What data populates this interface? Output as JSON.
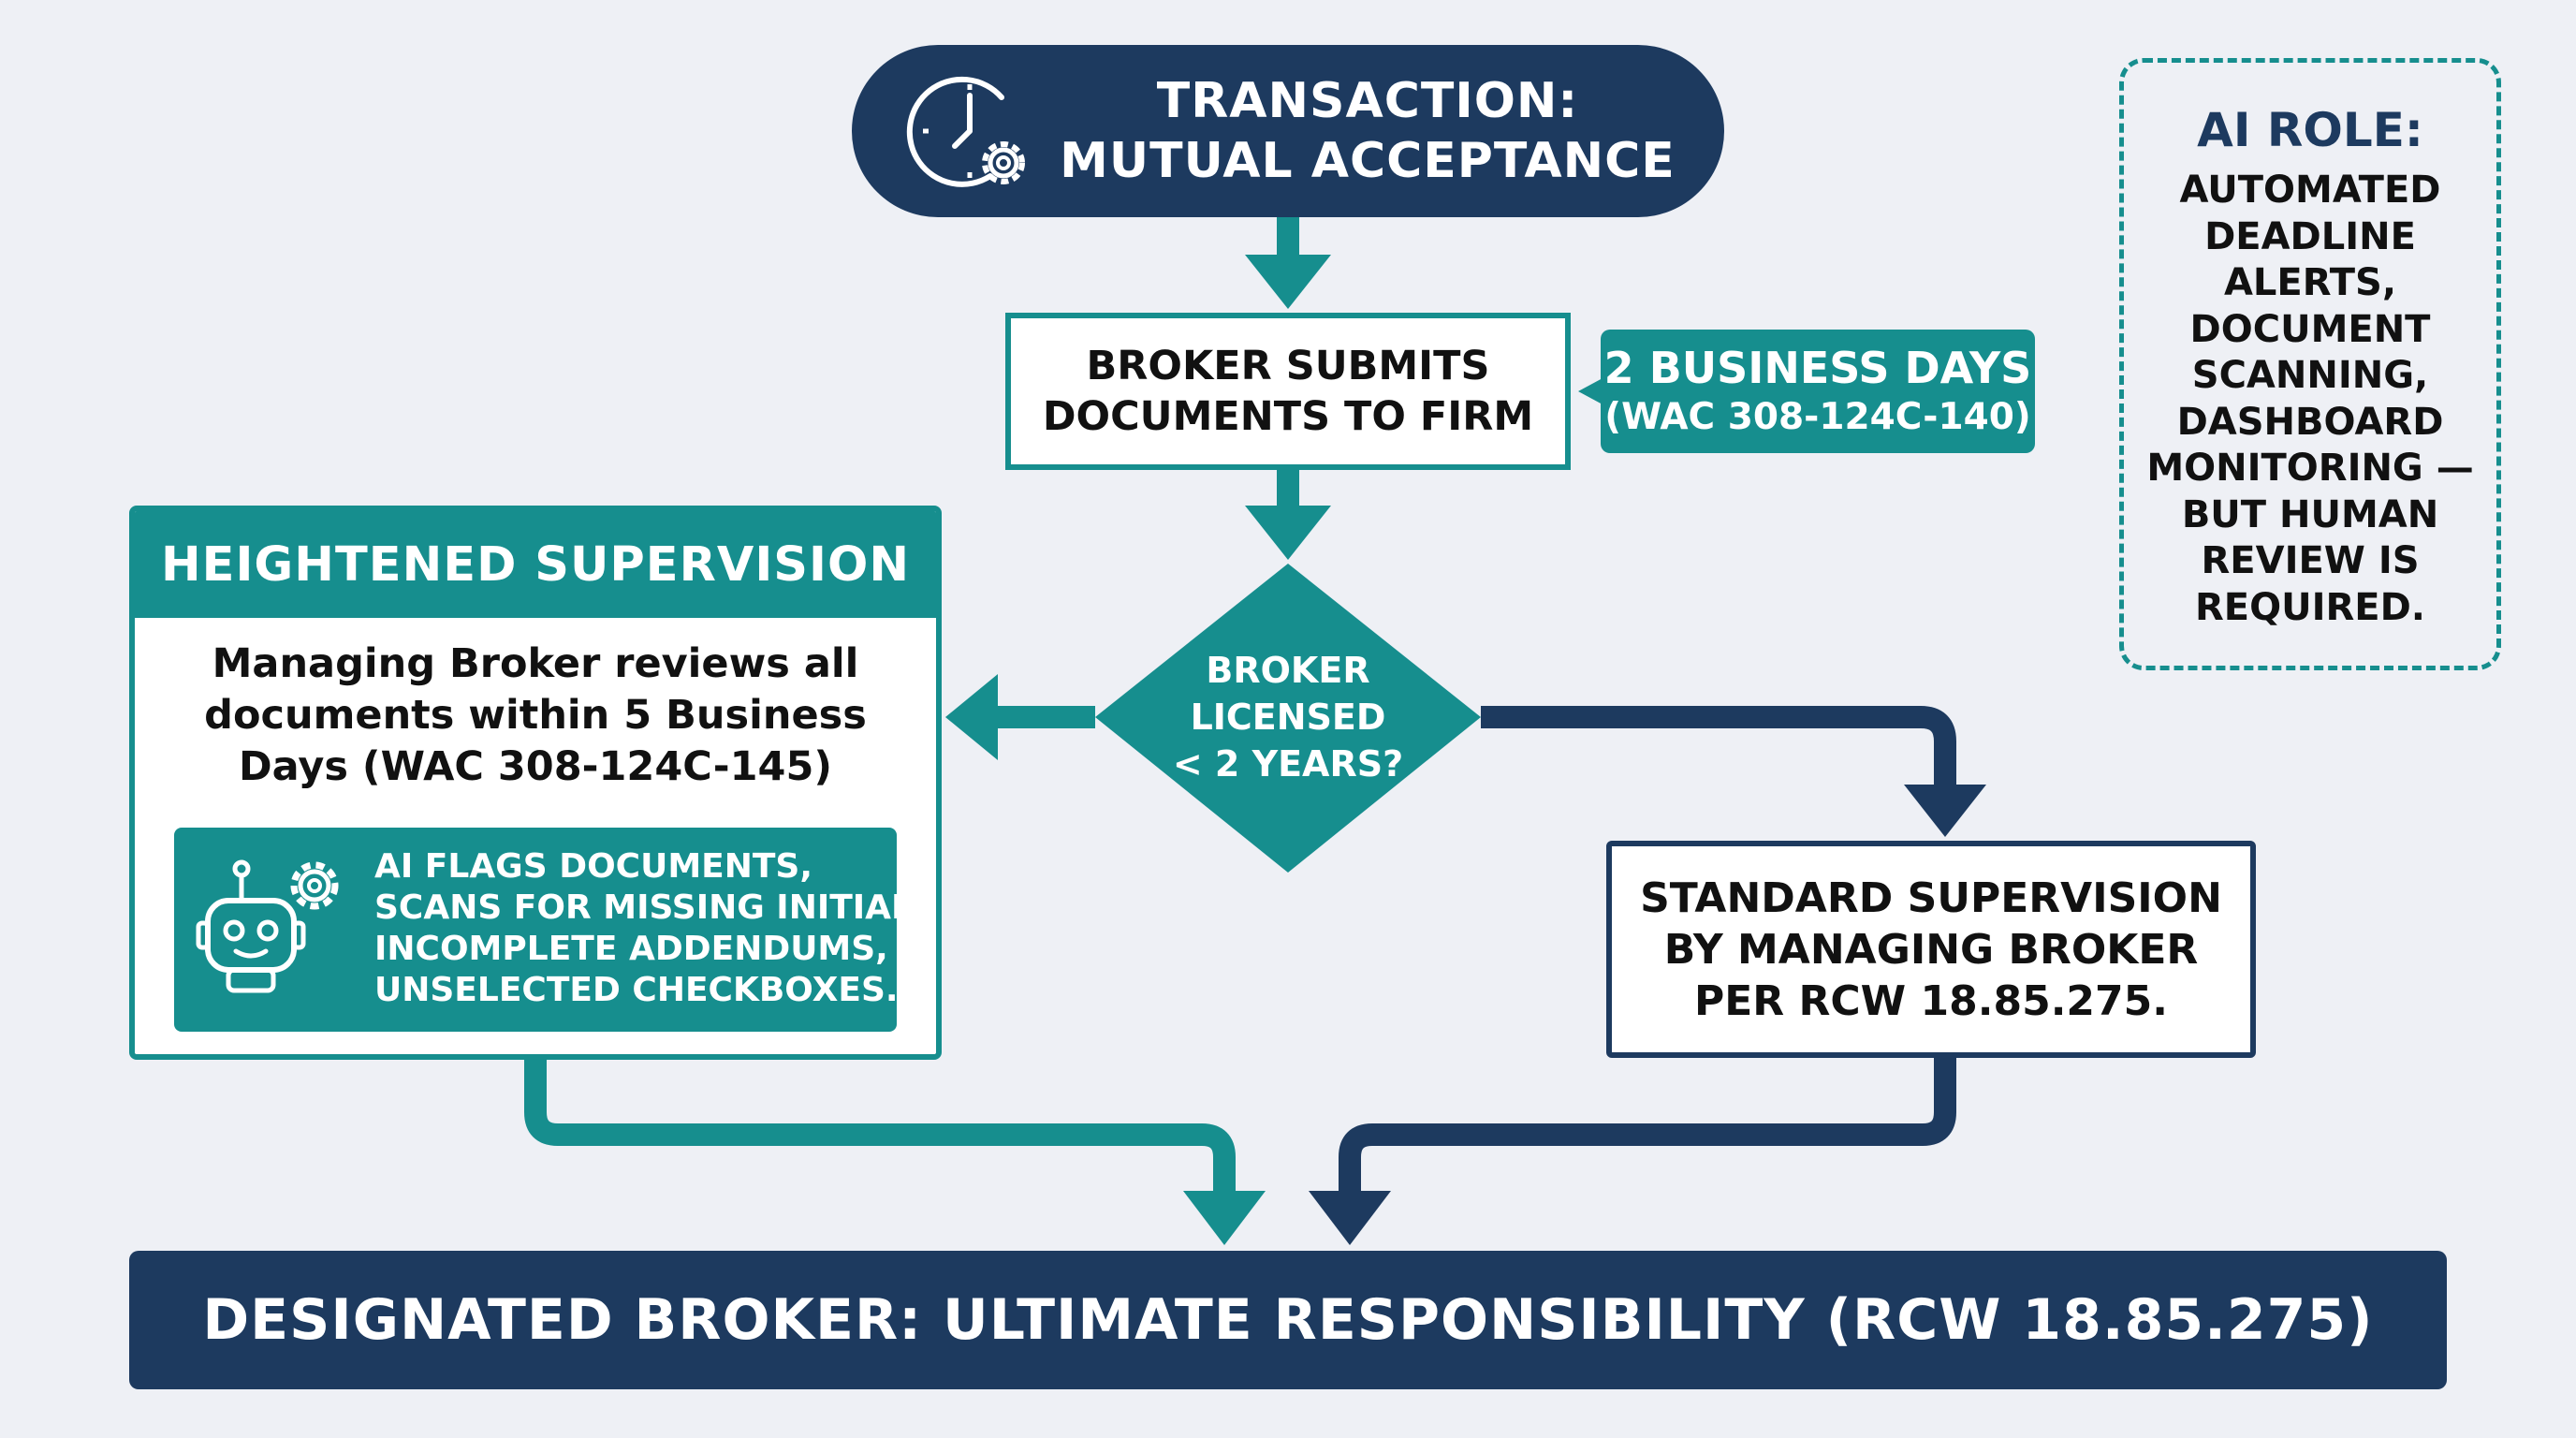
{
  "colors": {
    "navy": "#1d3a5f",
    "teal": "#168e8e",
    "background": "#eef0f5"
  },
  "icons": {
    "top": "clock-gear-icon",
    "ai": "robot-gear-icon"
  },
  "top_node": {
    "line1": "TRANSACTION:",
    "line2": "MUTUAL ACCEPTANCE"
  },
  "submit_node": {
    "line1": "BROKER SUBMITS",
    "line2": "DOCUMENTS TO FIRM"
  },
  "deadline_tag": {
    "line1": "2 BUSINESS DAYS",
    "line2": "(WAC 308-124C-140)"
  },
  "decision": {
    "line1": "BROKER",
    "line2": "LICENSED",
    "line3": "< 2 YEARS?"
  },
  "heightened": {
    "title": "HEIGHTENED SUPERVISION",
    "body_line1": "Managing Broker reviews all",
    "body_line2": "documents within 5 Business",
    "body_line3": "Days (WAC 308-124C-145)",
    "ai_line1": "AI FLAGS DOCUMENTS,",
    "ai_line2": "SCANS FOR MISSING INITIALS,",
    "ai_line3": "INCOMPLETE ADDENDUMS,",
    "ai_line4": "UNSELECTED CHECKBOXES."
  },
  "standard": {
    "line1": "STANDARD SUPERVISION",
    "line2": "BY MANAGING BROKER",
    "line3": "PER RCW 18.85.275."
  },
  "ai_role": {
    "title": "AI ROLE:",
    "lines": [
      "AUTOMATED",
      "DEADLINE",
      "ALERTS,",
      "DOCUMENT",
      "SCANNING,",
      "DASHBOARD",
      "MONITORING —",
      "BUT HUMAN",
      "REVIEW IS",
      "REQUIRED."
    ]
  },
  "bottom_node": {
    "label": "DESIGNATED BROKER: ULTIMATE RESPONSIBILITY (RCW 18.85.275)"
  }
}
